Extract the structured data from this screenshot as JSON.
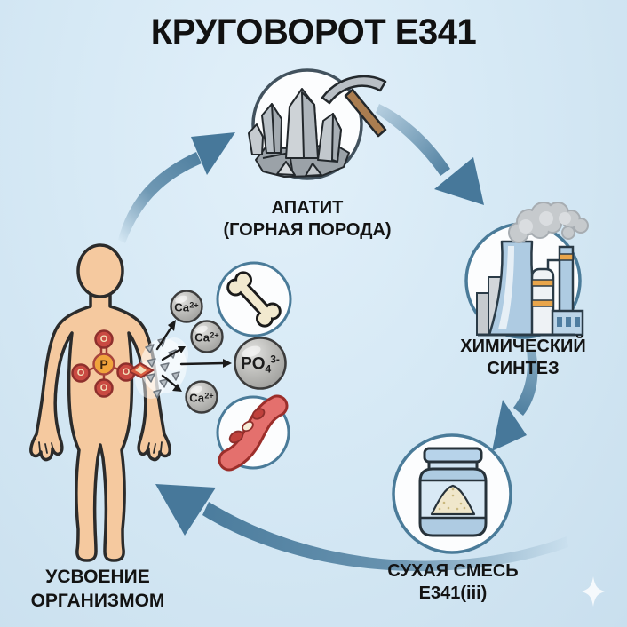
{
  "title": "КРУГОВОРОТ Е341",
  "nodes": {
    "apatite": {
      "label_line1": "АПАТИТ",
      "label_line2": "(ГОРНАЯ ПОРОДА)",
      "icon": "crystal-and-pickaxe"
    },
    "synthesis": {
      "label_line1": "ХИМИЧЕСКИЙ",
      "label_line2": "СИНТЕЗ",
      "icon": "factory"
    },
    "dry_mix": {
      "label_line1": "СУХАЯ СМЕСЬ",
      "label_line2": "Е341(iii)",
      "icon": "powder-jar"
    },
    "absorption": {
      "label_line1": "УСВОЕНИЕ",
      "label_line2": "ОРГАНИЗМОМ",
      "icon": "human-figure"
    }
  },
  "molecule": {
    "phosphorus": "P",
    "oxygen": "O"
  },
  "ions": {
    "calcium_base": "Ca",
    "calcium_charge": "2+",
    "phosphate_base": "PO",
    "phosphate_subscript": "4",
    "phosphate_charge": "3-"
  },
  "satellite_icons": [
    "bone",
    "blood-vessel"
  ],
  "colors": {
    "background": "#d5e8f4",
    "cycle_arrow": "#4b7c9d",
    "node_ring": "#4a7b99",
    "apatite_ring": "#42525e",
    "skin": "#f5c99f",
    "phosphorus_fill": "#f0a43c",
    "oxygen_fill": "#c94a42",
    "orange_accent": "#e8a54b",
    "powder": "#f0e7cb",
    "vessel_red": "#e4706d"
  }
}
